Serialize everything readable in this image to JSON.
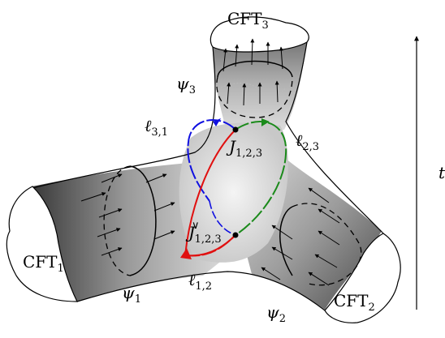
{
  "labels": {
    "cft1": "CFT",
    "cft1_sub": "1",
    "cft2": "CFT",
    "cft2_sub": "2",
    "cft3": "CFT",
    "cft3_sub": "3",
    "psi1": "ψ",
    "psi1_sub": "1",
    "psi2": "ψ",
    "psi2_sub": "2",
    "psi3": "ψ",
    "psi3_sub": "3",
    "ell12": "ℓ",
    "ell12_sub": "1,2",
    "ell23": "ℓ",
    "ell23_sub": "2,3",
    "ell31": "ℓ",
    "ell31_sub": "3,1",
    "j123": "J",
    "j123_sub": "1,2,3",
    "j123v": "J",
    "j123v_sup": "∨",
    "j123v_sub": "1,2,3",
    "time_axis": "t"
  },
  "colors": {
    "curve_12": "#e01010",
    "curve_23": "#1a8a1a",
    "curve_31": "#1010e0",
    "surface_dark": "#3a3a3a",
    "surface_light": "#f2f2f2"
  }
}
